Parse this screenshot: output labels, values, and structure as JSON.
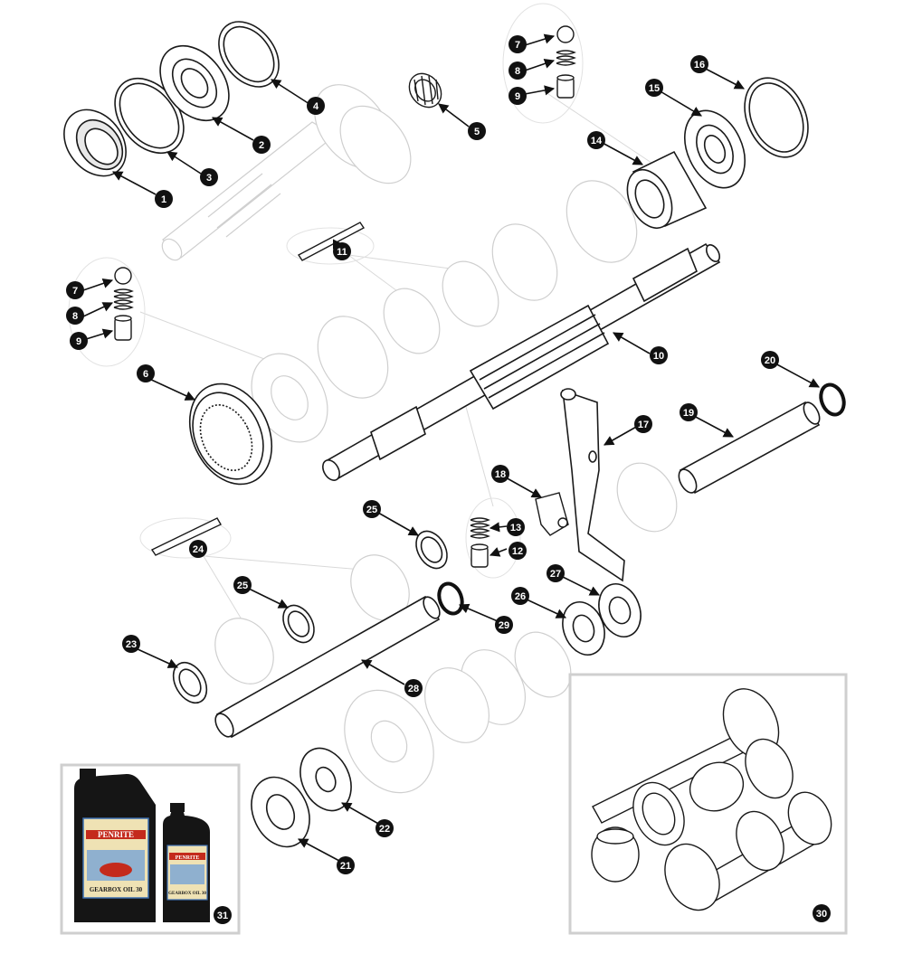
{
  "diagram": {
    "callouts": [
      "1",
      "2",
      "3",
      "4",
      "5",
      "6",
      "7",
      "8",
      "9",
      "10",
      "11",
      "12",
      "13",
      "14",
      "15",
      "16",
      "17",
      "18",
      "19",
      "20",
      "21",
      "22",
      "23",
      "24",
      "25",
      "26",
      "27",
      "28",
      "29",
      "30",
      "31"
    ]
  },
  "oil": {
    "large_brand": "PENRITE",
    "large_label": "GEARBOX OIL 30",
    "small_brand": "PENRITE",
    "small_label": "GEARBOX OIL 30"
  },
  "colors": {
    "line": "#1a1a1a",
    "ghost": "#d8d8d8",
    "callout_fill": "#111111",
    "frame": "#cfcfcf",
    "bottle": "#151515",
    "label_blue": "#3c6fb0",
    "label_red": "#c42a1c",
    "label_cream": "#efe2b4"
  }
}
